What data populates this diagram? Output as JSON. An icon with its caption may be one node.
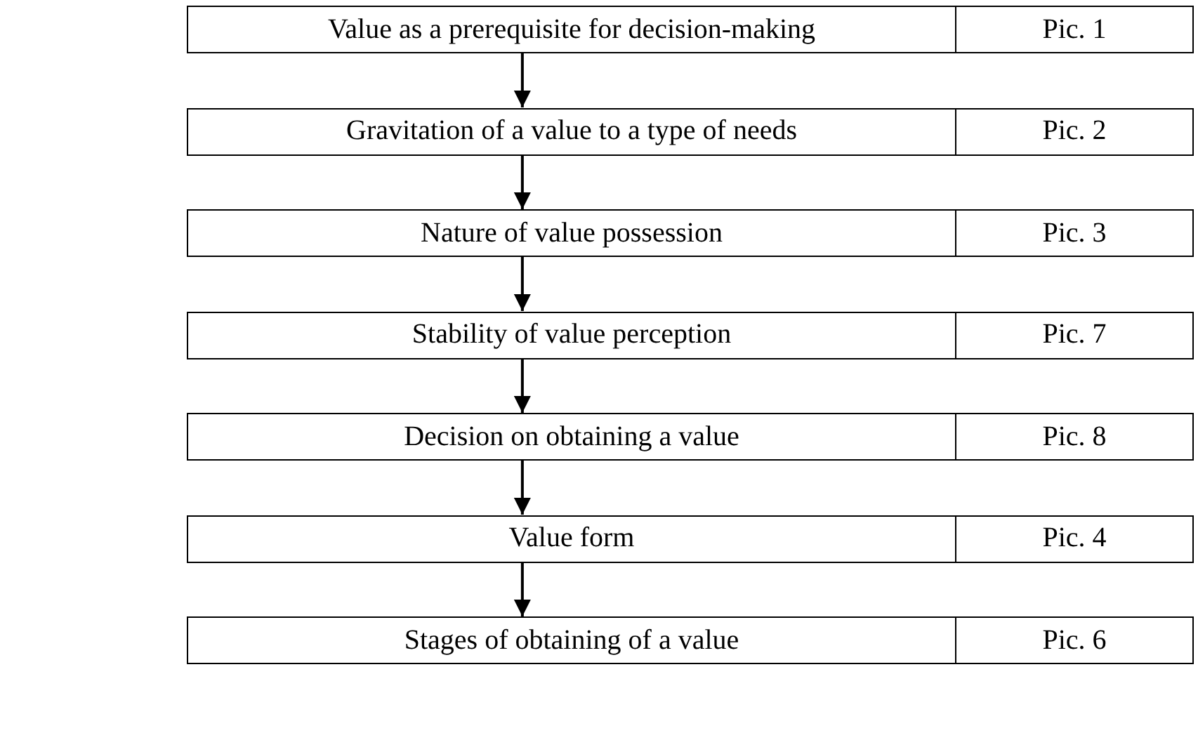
{
  "diagram": {
    "nodes": [
      {
        "text": [
          "Value as a prerequisite for decision-making"
        ]
      },
      {
        "text": [
          "Pic. 1"
        ]
      },
      {
        "text": [
          "Gravitation of a value to a type of needs"
        ]
      },
      {
        "text": [
          "Pic. 2"
        ]
      },
      {
        "text": [
          "Nature of value possession"
        ]
      },
      {
        "text": [
          "Pic. 3"
        ]
      },
      {
        "text": [
          "Stability of value perception"
        ]
      },
      {
        "text": [
          "Pic. 7"
        ]
      },
      {
        "text": [
          "Decision on obtaining a value"
        ]
      },
      {
        "text": [
          "Pic. 8"
        ]
      },
      {
        "text": [
          "Value form"
        ]
      },
      {
        "text": [
          "Pic. 4"
        ]
      },
      {
        "text": [
          "Stages of obtaining of a value"
        ]
      },
      {
        "text": [
          "Pic. 6"
        ]
      }
    ],
    "edges": [
      {
        "from": 0,
        "to": 2,
        "arrow": "to"
      },
      {
        "from": 2,
        "to": 4,
        "arrow": "to"
      },
      {
        "from": 4,
        "to": 6,
        "arrow": "to"
      },
      {
        "from": 6,
        "to": 8,
        "arrow": "to"
      },
      {
        "from": 8,
        "to": 10,
        "arrow": "to"
      },
      {
        "from": 10,
        "to": 12,
        "arrow": "to"
      }
    ]
  }
}
